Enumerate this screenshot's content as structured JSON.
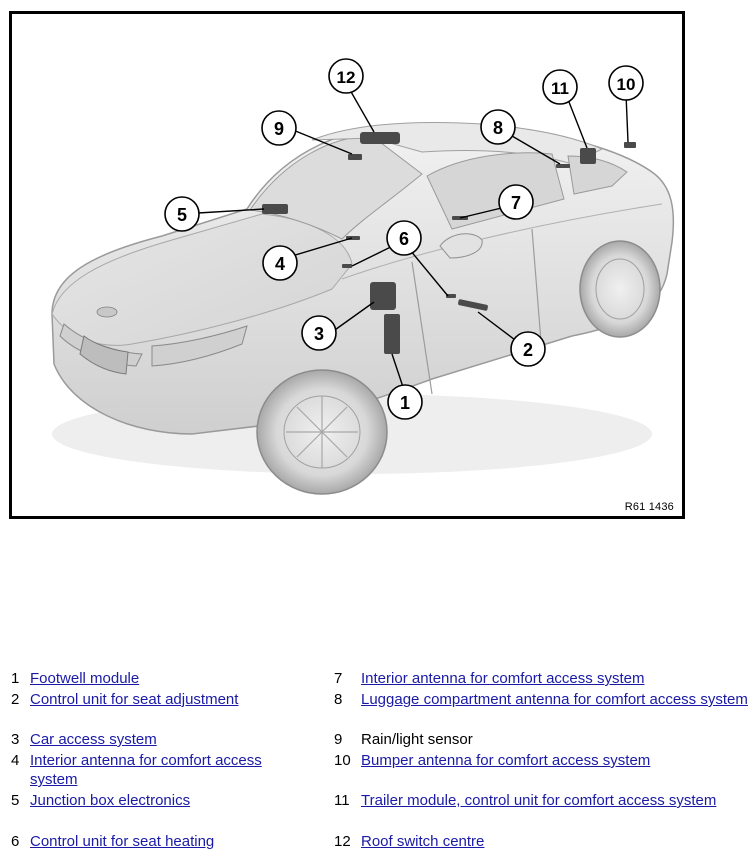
{
  "figure": {
    "code": "R61 1436",
    "callouts": [
      "1",
      "2",
      "3",
      "4",
      "5",
      "6",
      "7",
      "8",
      "9",
      "10",
      "11",
      "12"
    ]
  },
  "legend": [
    {
      "num": "1",
      "text": "Footwell module",
      "link": true
    },
    {
      "num": "2",
      "text": "Control unit for seat adjustment",
      "link": true
    },
    {
      "num": "3",
      "text": "Car access system",
      "link": true
    },
    {
      "num": "4",
      "text": "Interior antenna for comfort access system",
      "link": true
    },
    {
      "num": "5",
      "text": "Junction box electronics",
      "link": true
    },
    {
      "num": "6",
      "text": "Control unit for seat heating",
      "link": true
    },
    {
      "num": "7",
      "text": "Interior antenna for comfort access system",
      "link": true
    },
    {
      "num": "8",
      "text": "Luggage compartment antenna for comfort access system",
      "link": true
    },
    {
      "num": "9",
      "text": "Rain/light sensor",
      "link": false
    },
    {
      "num": "10",
      "text": "Bumper antenna for comfort access system",
      "link": true
    },
    {
      "num": "11",
      "text": "Trailer module, control unit for comfort access system",
      "link": true
    },
    {
      "num": "12",
      "text": "Roof switch centre",
      "link": true
    }
  ]
}
